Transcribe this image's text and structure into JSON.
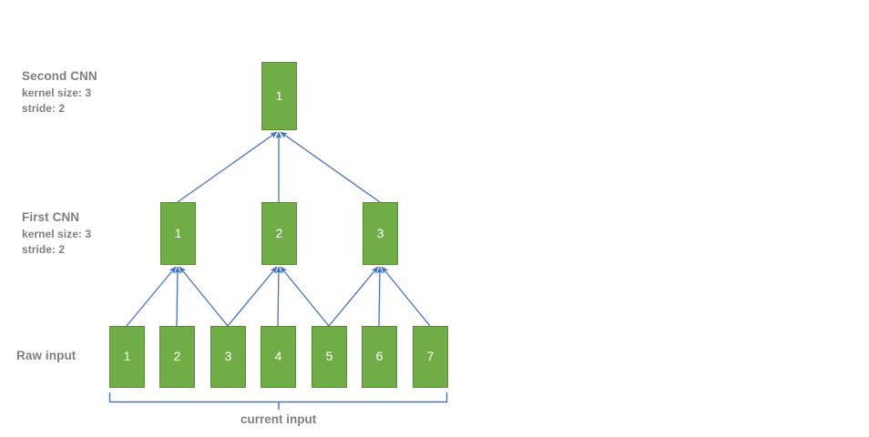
{
  "diagram": {
    "title_internal": "dilated-cnn-receptive-field",
    "colors": {
      "box_fill": "#70AD47",
      "box_stroke": "#5C8A39",
      "box_text": "#FFFFFF",
      "arrow": "#4472C4",
      "bracket": "#4472C4",
      "label_text": "#7F7F7F",
      "background": "#FFFFFF"
    },
    "layers": [
      {
        "key": "second_cnn",
        "title": "Second CNN",
        "params": [
          "kernel size: 3",
          "stride: 2"
        ],
        "cells": [
          "1"
        ]
      },
      {
        "key": "first_cnn",
        "title": "First CNN",
        "params": [
          "kernel size: 3",
          "stride: 2"
        ],
        "cells": [
          "1",
          "2",
          "3"
        ]
      },
      {
        "key": "raw_input",
        "title": "Raw input",
        "params": [],
        "cells": [
          "1",
          "2",
          "3",
          "4",
          "5",
          "6",
          "7"
        ]
      }
    ],
    "bracket": {
      "caption": "current input"
    }
  }
}
